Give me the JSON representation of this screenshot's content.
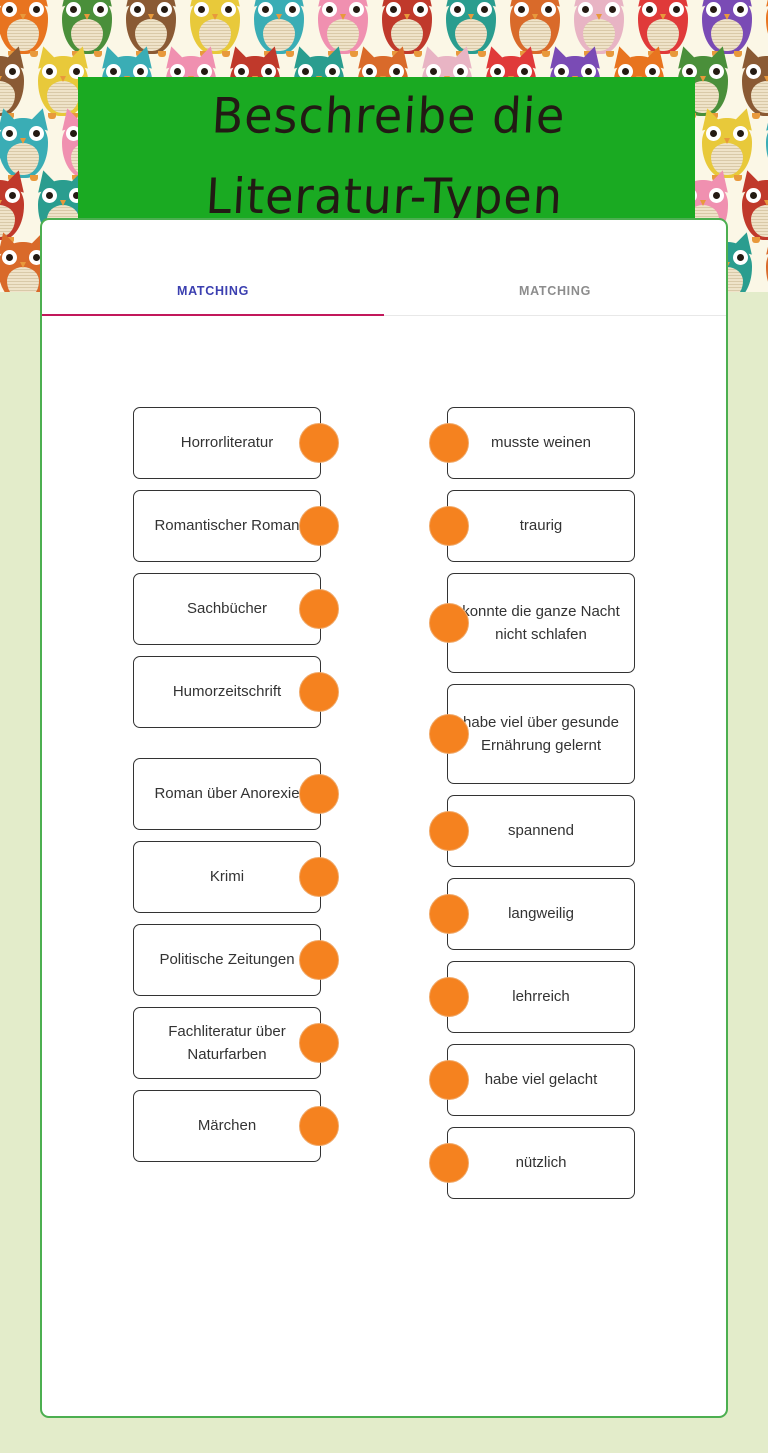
{
  "title": {
    "line1": "Beschreibe die",
    "line2": "Literatur-Typen",
    "banner_color": "#1aaa22",
    "text_color": "#221a14"
  },
  "page": {
    "background_color": "#e3ecca",
    "pattern_background_color": "#fbf7e6",
    "panel_border_color": "#4caf50"
  },
  "tabs": [
    {
      "label": "MATCHING",
      "active": true,
      "active_color": "#3b3fb0",
      "indicator_color": "#c2185b"
    },
    {
      "label": "MATCHING",
      "active": false,
      "inactive_color": "#8d8d8d"
    }
  ],
  "matching": {
    "dot_color": "#f5821f",
    "card_border_color": "#333333",
    "left": [
      {
        "label": "Horrorliteratur"
      },
      {
        "label": "Romantischer Roman"
      },
      {
        "label": "Sachbücher"
      },
      {
        "label": "Humorzeitschrift"
      },
      {
        "label": "Roman über Anorexie"
      },
      {
        "label": "Krimi"
      },
      {
        "label": "Politische Zeitungen"
      },
      {
        "label": "Fachliteratur über Naturfarben"
      },
      {
        "label": "Märchen"
      }
    ],
    "right": [
      {
        "label": "musste weinen"
      },
      {
        "label": "traurig"
      },
      {
        "label": "konnte die ganze Nacht nicht schlafen"
      },
      {
        "label": "habe viel über gesunde Ernährung gelernt"
      },
      {
        "label": "spannend"
      },
      {
        "label": "langweilig"
      },
      {
        "label": "lehrreich"
      },
      {
        "label": "habe viel gelacht"
      },
      {
        "label": "nützlich"
      }
    ]
  },
  "owl_pattern": {
    "colors": [
      "#e8b4c4",
      "#e03a3a",
      "#7a4bb5",
      "#e8741f",
      "#4a8f3a",
      "#8a5a34",
      "#e8c93a",
      "#3aadb5",
      "#f090b0",
      "#c0392b",
      "#2a9d8f",
      "#d96a2a"
    ]
  }
}
